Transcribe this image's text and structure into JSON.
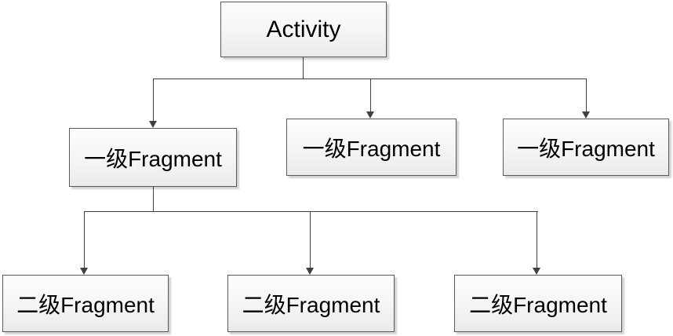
{
  "diagram": {
    "type": "hierarchy",
    "root": {
      "label": "Activity"
    },
    "level1": [
      {
        "label": "一级Fragment"
      },
      {
        "label": "一级Fragment"
      },
      {
        "label": "一级Fragment"
      }
    ],
    "level2": [
      {
        "label": "二级Fragment"
      },
      {
        "label": "二级Fragment"
      },
      {
        "label": "二级Fragment"
      }
    ],
    "colors": {
      "background": "#ffffff",
      "box_fill_top": "#fdfdfd",
      "box_fill_bottom": "#eaeaea",
      "box_border": "#5a5a5a",
      "connector": "#404040",
      "text": "#000000"
    }
  }
}
